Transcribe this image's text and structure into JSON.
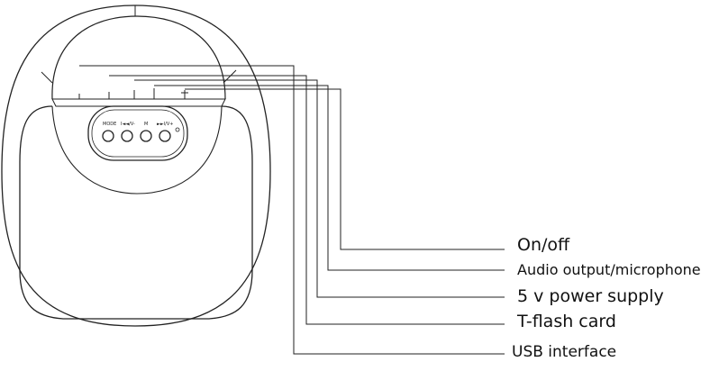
{
  "labels": {
    "on_off": "On/off",
    "audio": "Audio output/microphone",
    "power": "5 v power supply",
    "tflash": "T-flash card",
    "usb": "USB interface"
  },
  "panel_buttons": {
    "mode": "MODE",
    "prev": "I◄◄/V-",
    "mic": "M",
    "next": "►►I/V+"
  }
}
